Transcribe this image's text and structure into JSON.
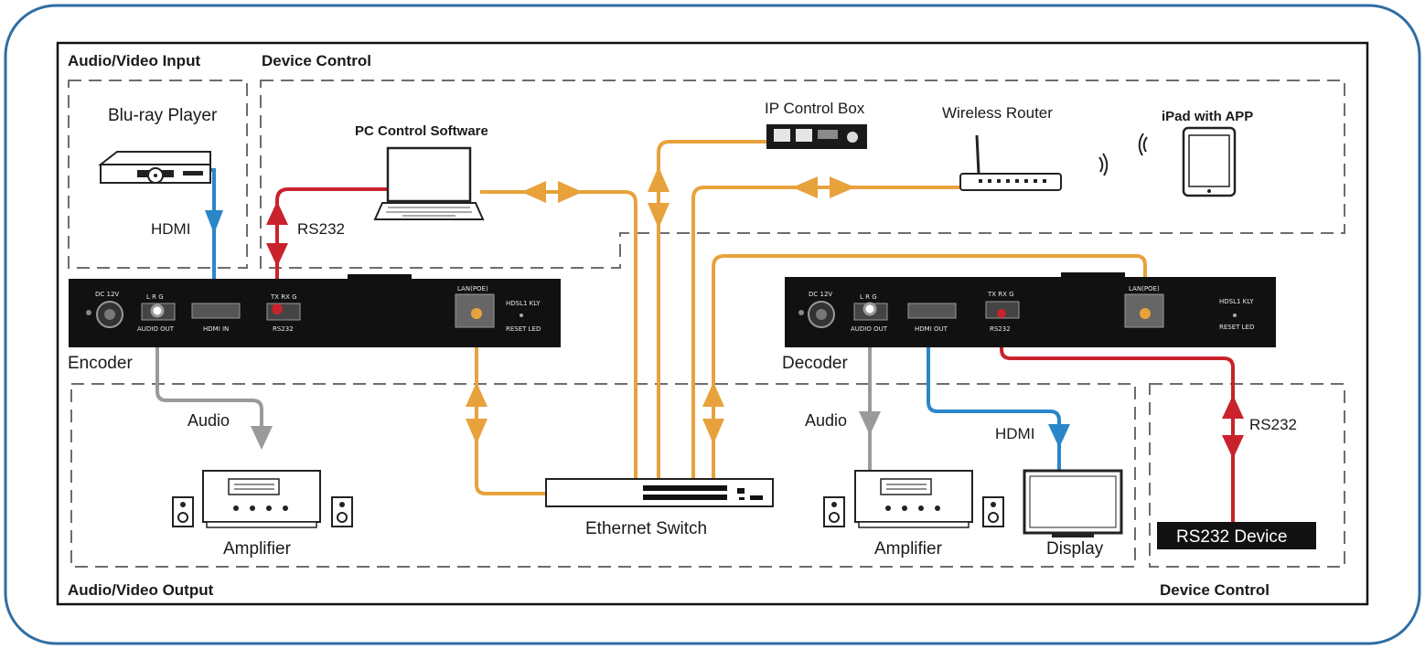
{
  "colors": {
    "frame": "#2f6ea3",
    "ethernet": "#e8a23c",
    "hdmi": "#2a86c8",
    "rs232": "#c8232c",
    "audio": "#9a9a9a",
    "device_body": "#111111"
  },
  "sections": {
    "av_input": "Audio/Video Input",
    "device_control_top": "Device Control",
    "av_output": "Audio/Video Output",
    "device_control_bottom": "Device Control"
  },
  "devices": {
    "bluray": "Blu-ray Player",
    "pc": "PC Control Software",
    "ip_box": "IP Control Box",
    "router": "Wireless Router",
    "ipad": "iPad with APP",
    "encoder": "Encoder",
    "decoder": "Decoder",
    "switch": "Ethernet Switch",
    "amp_left": "Amplifier",
    "amp_right": "Amplifier",
    "display": "Display",
    "rs232_device": "RS232 Device"
  },
  "link_labels": {
    "hdmi_in": "HDMI",
    "rs232_top": "RS232",
    "audio_left": "Audio",
    "audio_right": "Audio",
    "hdmi_out": "HDMI",
    "rs232_right": "RS232"
  },
  "panel_labels": {
    "dc12v": "DC 12V",
    "lr": "L  R  G",
    "audio_out": "AUDIO OUT",
    "hdmi_in": "HDMI IN",
    "hdmi_out": "HDMI OUT",
    "txrx": "TX RX G",
    "rs232": "RS232",
    "lan": "LAN(POE)",
    "status": "HDSL1 KLY",
    "reset": "RESET LED"
  }
}
